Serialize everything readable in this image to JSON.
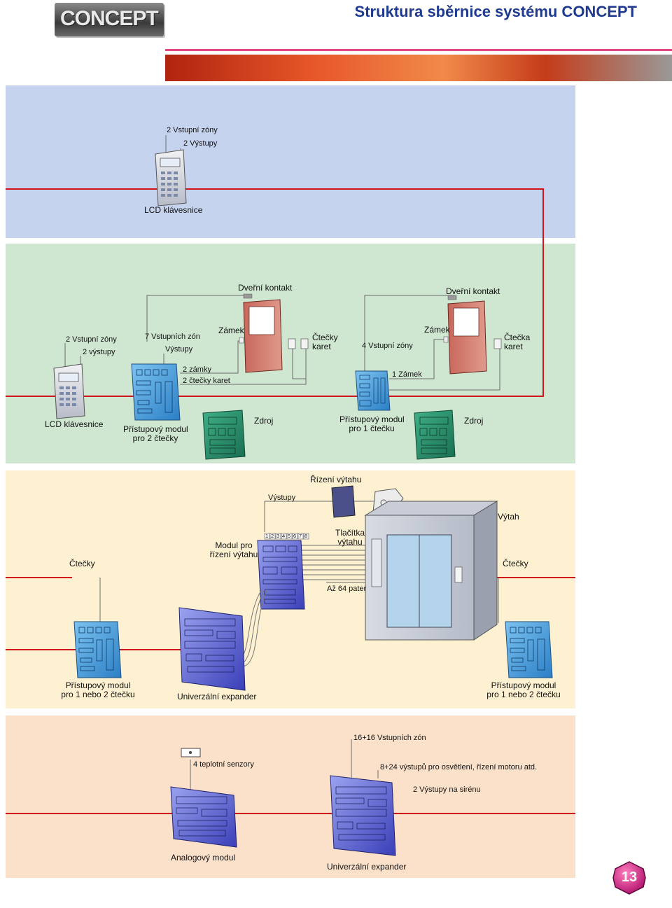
{
  "header": {
    "logo_text": "CONCEPT",
    "title": "Struktura sběrnice systému CONCEPT",
    "title_color": "#1f3a8f",
    "accent_color": "#e34a85"
  },
  "panel1": {
    "zones": "2 Vstupní zóny",
    "outputs": "2 Výstupy",
    "keypad": "LCD klávesnice"
  },
  "panel2": {
    "door_contact_1": "Dveřní kontakt",
    "door_contact_2": "Dveřní kontakt",
    "keypad_zones": "2 Vstupní zóny",
    "keypad_outputs": "2 výstupy",
    "module_zones": "7 Vstupních zón",
    "module_outputs": "Výstupy",
    "lock_1": "Zámek",
    "readers_1": "Čtečky\nkaret",
    "zones_4": "4 Vstupní zóny",
    "lock_2": "Zámek",
    "reader_2": "Čtečka\nkaret",
    "locks_2": "2 zámky",
    "readers_2": "2 čtečky karet",
    "lock_1_out": "1 Zámek",
    "keypad": "LCD klávesnice",
    "access_2": "Přístupový modul\npro 2 čtečky",
    "psu_1": "Zdroj",
    "access_1": "Přístupový modul\npro 1 čtečku",
    "psu_2": "Zdroj"
  },
  "panel3": {
    "elevator_control": "Řízení výtahu",
    "outputs": "Výstupy",
    "elevator": "Výtah",
    "module": "Modul pro\nřízení výtahu",
    "buttons": "Tlačítka\nvýtahu",
    "readers_left": "Čtečky",
    "readers_right": "Čtečky",
    "numbers": [
      "1",
      "2",
      "3",
      "4",
      "5",
      "6",
      "7",
      "8"
    ],
    "floors": "Až 64 pater",
    "access_left": "Přístupový modul\npro 1 nebo 2 čtečku",
    "expander": "Univerzální expander",
    "access_right": "Přístupový modul\npro 1 nebo 2 čtečku"
  },
  "panel4": {
    "zones": "16+16 Vstupních zón",
    "temp": "4 teplotní senzory",
    "outputs_8_24": "8+24 výstupů pro osvětlení, řízení motoru atd.",
    "siren": "2 Výstupy na sirénu",
    "analog": "Analogový modul",
    "expander": "Univerzální expander"
  },
  "page_number": "13",
  "colors": {
    "bus_line": "#d0141c",
    "panel_blue": "#c6d3ee",
    "panel_green": "#cfe6d1",
    "panel_yellow": "#fdf1d1",
    "panel_orange": "#fbe1ca"
  }
}
